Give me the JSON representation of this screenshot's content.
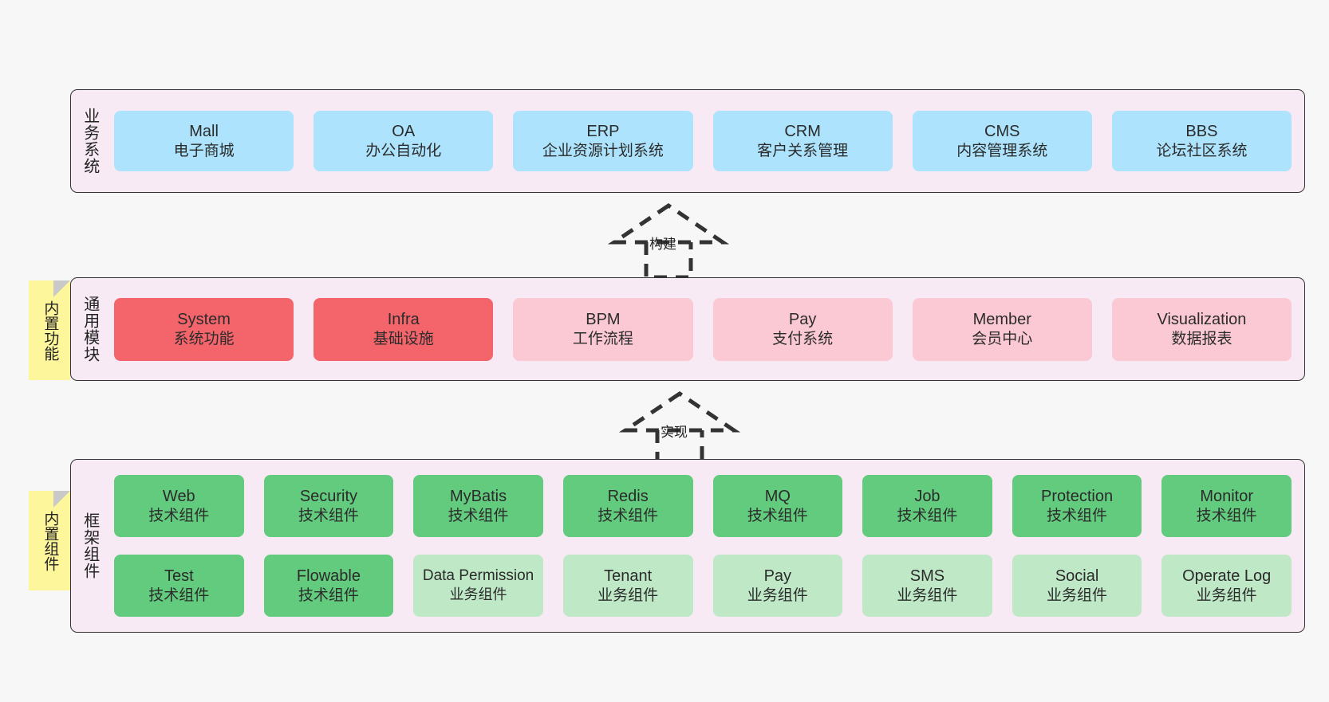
{
  "diagram": {
    "background_color": "#f7f7f7",
    "layer_background": "#f7eaf4",
    "note_color": "#fdf69a"
  },
  "layers": {
    "business": {
      "title": "业务系统",
      "color": "#ade3fc",
      "nodes": [
        {
          "en": "Mall",
          "cn": "电子商城"
        },
        {
          "en": "OA",
          "cn": "办公自动化"
        },
        {
          "en": "ERP",
          "cn": "企业资源计划系统"
        },
        {
          "en": "CRM",
          "cn": "客户关系管理"
        },
        {
          "en": "CMS",
          "cn": "内容管理系统"
        },
        {
          "en": "BBS",
          "cn": "论坛社区系统"
        }
      ]
    },
    "common": {
      "title": "通用模块",
      "note": "内置功能",
      "colors": {
        "primary": "#f4656b",
        "secondary": "#fbc9d4"
      },
      "nodes": [
        {
          "en": "System",
          "cn": "系统功能",
          "color": "#f4656b"
        },
        {
          "en": "Infra",
          "cn": "基础设施",
          "color": "#f4656b"
        },
        {
          "en": "BPM",
          "cn": "工作流程",
          "color": "#fbc9d4"
        },
        {
          "en": "Pay",
          "cn": "支付系统",
          "color": "#fbc9d4"
        },
        {
          "en": "Member",
          "cn": "会员中心",
          "color": "#fbc9d4"
        },
        {
          "en": "Visualization",
          "cn": "数据报表",
          "color": "#fbc9d4"
        }
      ]
    },
    "framework": {
      "title": "框架组件",
      "note": "内置组件",
      "colors": {
        "tech": "#62cb7d",
        "business": "#bfe8c7"
      },
      "row1": [
        {
          "en": "Web",
          "cn": "技术组件",
          "color": "#62cb7d"
        },
        {
          "en": "Security",
          "cn": "技术组件",
          "color": "#62cb7d"
        },
        {
          "en": "MyBatis",
          "cn": "技术组件",
          "color": "#62cb7d"
        },
        {
          "en": "Redis",
          "cn": "技术组件",
          "color": "#62cb7d"
        },
        {
          "en": "MQ",
          "cn": "技术组件",
          "color": "#62cb7d"
        },
        {
          "en": "Job",
          "cn": "技术组件",
          "color": "#62cb7d"
        },
        {
          "en": "Protection",
          "cn": "技术组件",
          "color": "#62cb7d"
        },
        {
          "en": "Monitor",
          "cn": "技术组件",
          "color": "#62cb7d"
        }
      ],
      "row2": [
        {
          "en": "Test",
          "cn": "技术组件",
          "color": "#62cb7d"
        },
        {
          "en": "Flowable",
          "cn": "技术组件",
          "color": "#62cb7d"
        },
        {
          "en": "Data Permission",
          "cn": "业务组件",
          "color": "#bfe8c7"
        },
        {
          "en": "Tenant",
          "cn": "业务组件",
          "color": "#bfe8c7"
        },
        {
          "en": "Pay",
          "cn": "业务组件",
          "color": "#bfe8c7"
        },
        {
          "en": "SMS",
          "cn": "业务组件",
          "color": "#bfe8c7"
        },
        {
          "en": "Social",
          "cn": "业务组件",
          "color": "#bfe8c7"
        },
        {
          "en": "Operate Log",
          "cn": "业务组件",
          "color": "#bfe8c7"
        }
      ]
    }
  },
  "arrows": [
    {
      "id": "build",
      "label": "构建",
      "style": "dashed-generalization",
      "direction": "up"
    },
    {
      "id": "impl",
      "label": "实现",
      "style": "dashed-generalization",
      "direction": "up"
    }
  ]
}
